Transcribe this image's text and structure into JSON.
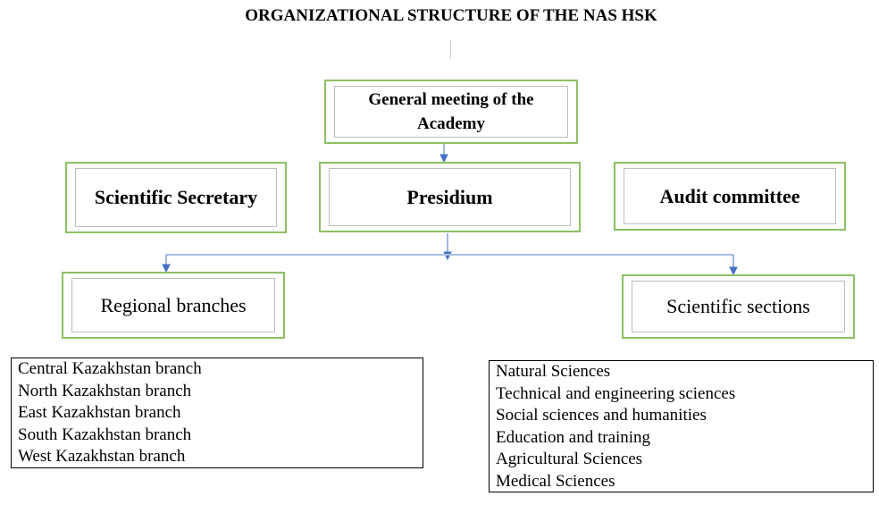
{
  "title": "ORGANIZATIONAL STRUCTURE OF THE NAS HSK",
  "nodes": {
    "general_meeting": "General meeting of the Academy",
    "scientific_secretary": "Scientific Secretary",
    "presidium": "Presidium",
    "audit_committee": "Audit committee",
    "regional_branches": "Regional branches",
    "scientific_sections": "Scientific sections"
  },
  "branches": [
    "Central Kazakhstan branch",
    "North Kazakhstan branch",
    "East Kazakhstan branch",
    "South Kazakhstan branch",
    "West Kazakhstan branch"
  ],
  "sections": [
    "Natural Sciences",
    "Technical and engineering sciences",
    "Social sciences and humanities",
    "Education and training",
    "Agricultural Sciences",
    "Medical Sciences"
  ],
  "colors": {
    "box_border": "#8cc063",
    "connector": "#4472c4"
  }
}
